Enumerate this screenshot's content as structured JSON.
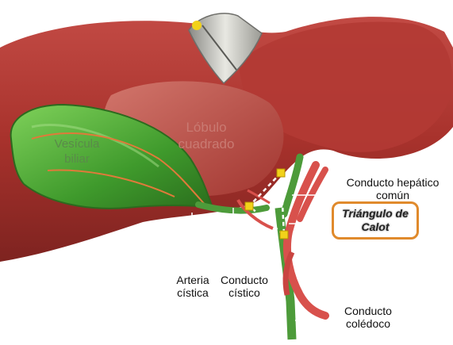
{
  "labels": {
    "lobulo": [
      "Lóbulo",
      "cuadrado"
    ],
    "vesicula": [
      "Vesícula",
      "biliar"
    ],
    "hepatico": [
      "Conducto hepático",
      "común"
    ],
    "calot": [
      "Triángulo de",
      "Calot"
    ],
    "arteria": [
      "Arteria",
      "cística"
    ],
    "cistico": [
      "Conducto",
      "cístico"
    ],
    "coledoco": [
      "Conducto",
      "colédoco"
    ]
  },
  "colors": {
    "liver": "#a8322c",
    "gallbladder": "#3f9a2c",
    "duct": "#4d9b3a",
    "artery": "#d8514c",
    "calot_border": "#e08a2c",
    "marker": "#f2d21a"
  }
}
